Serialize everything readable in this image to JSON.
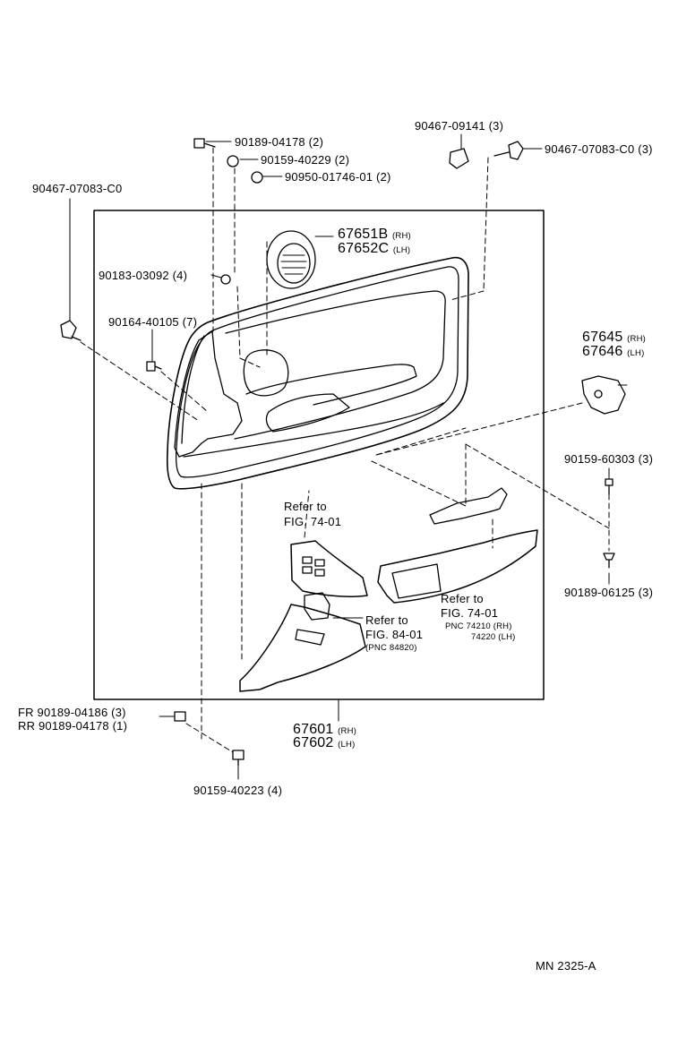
{
  "labels": {
    "p_90189_04178": "90189-04178 (2)",
    "p_90159_40229": "90159-40229 (2)",
    "p_90950_01746": "90950-01746-01 (2)",
    "p_90467_09141": "90467-09141 (3)",
    "p_90467_07083_c0_3": "90467-07083-C0 (3)",
    "p_90467_07083_c0": "90467-07083-C0",
    "p_67651b": "67651B",
    "p_67651b_side": "(RH)",
    "p_67652c": "67652C",
    "p_67652c_side": "(LH)",
    "p_90183_03092": "90183-03092 (4)",
    "p_90164_40105": "90164-40105 (7)",
    "p_67645": "67645",
    "p_67645_side": "(RH)",
    "p_67646": "67646",
    "p_67646_side": "(LH)",
    "p_90159_60303": "90159-60303 (3)",
    "p_90189_06125": "90189-06125 (3)",
    "ref_74_01_a_line1": "Refer to",
    "ref_74_01_a_line2": "FIG. 74-01",
    "ref_74_01_b_line1": "Refer to",
    "ref_74_01_b_line2": "FIG. 74-01",
    "pnc_74210": "PNC 74210 (RH)",
    "pnc_74220": "74220 (LH)",
    "ref_84_01_line1": "Refer to",
    "ref_84_01_line2": "FIG. 84-01",
    "pnc_84820": "(PNC 84820)",
    "fr_90189_04186": "FR 90189-04186 (3)",
    "rr_90189_04178": "RR 90189-04178 (1)",
    "p_67601": "67601",
    "p_67601_side": "(RH)",
    "p_67602": "67602",
    "p_67602_side": "(LH)",
    "p_90159_40223": "90159-40223 (4)",
    "drawing_number": "MN 2325-A"
  }
}
